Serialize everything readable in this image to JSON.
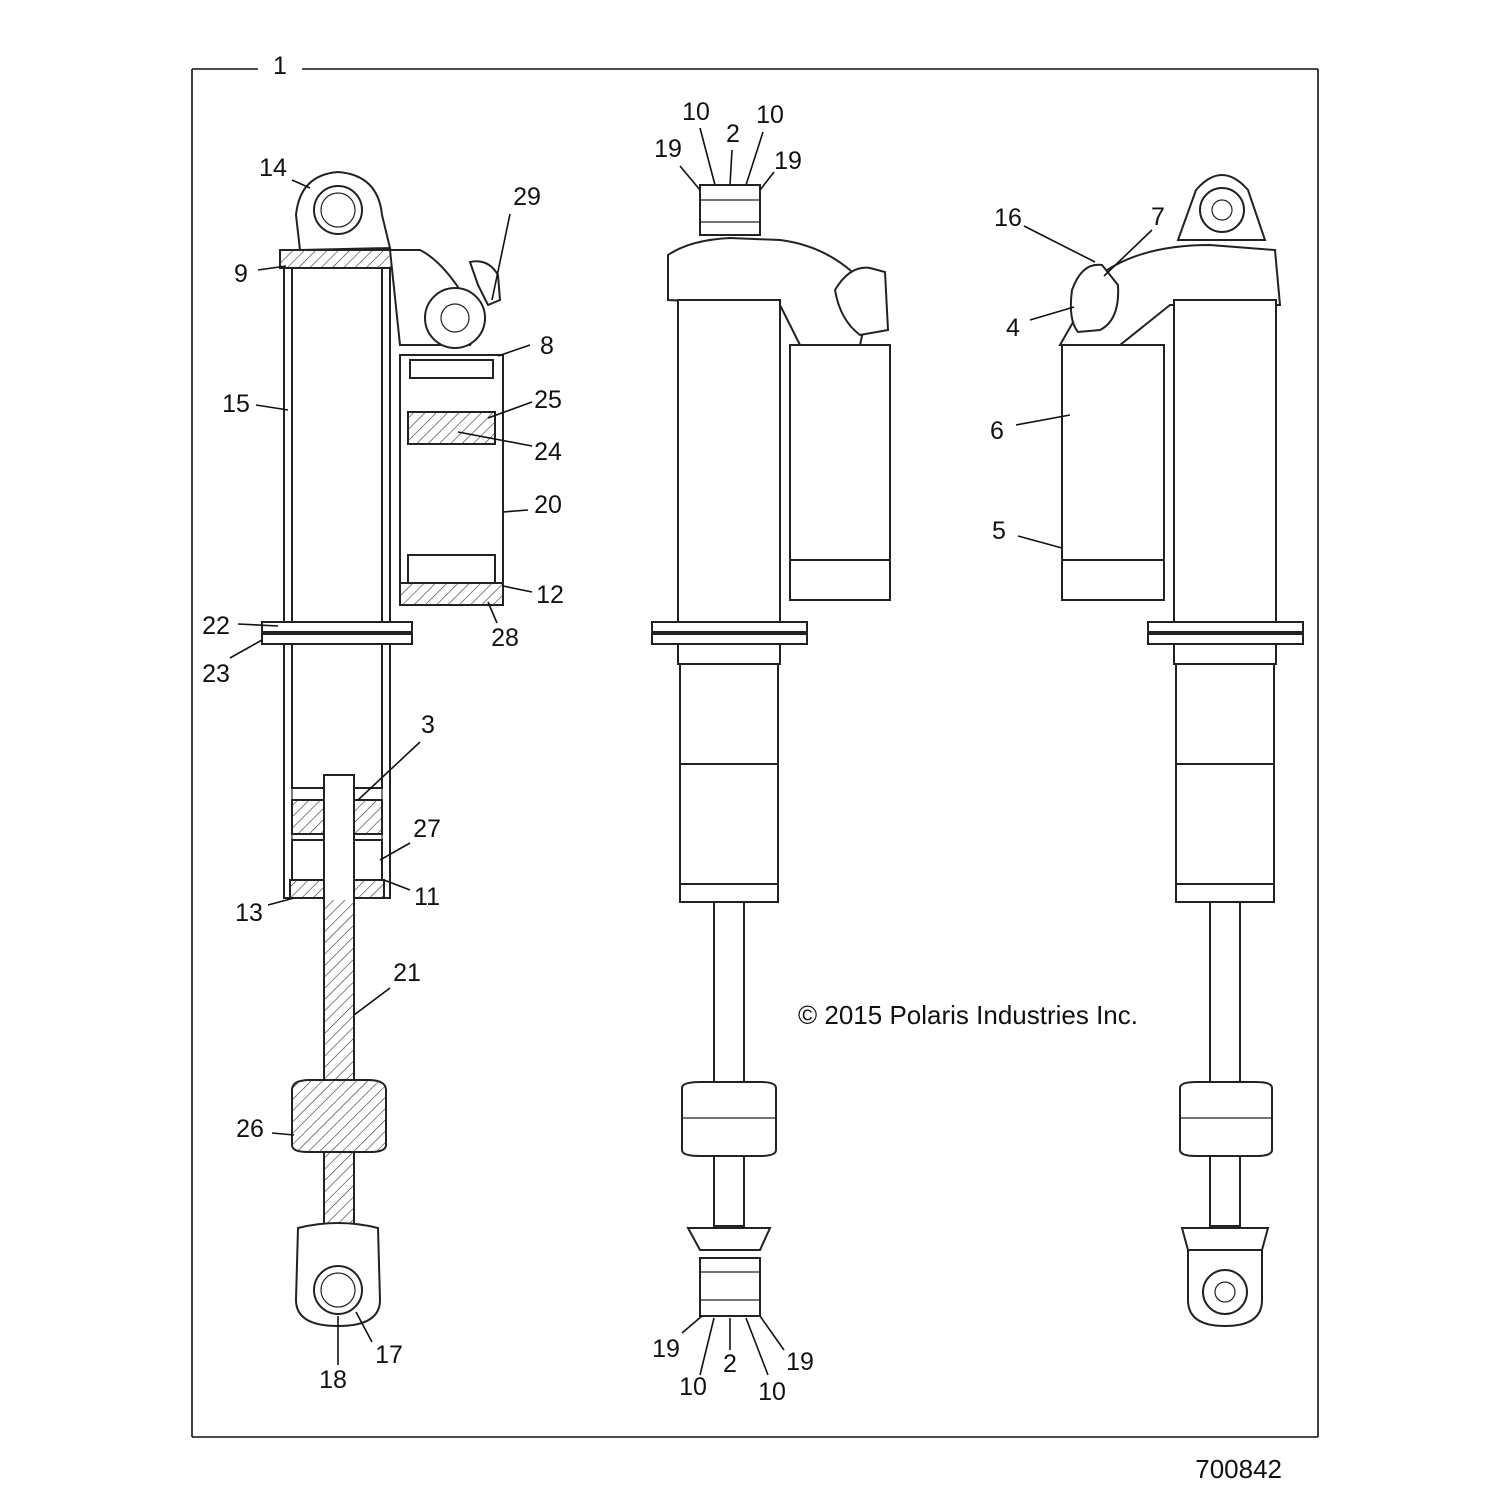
{
  "copyright": "© 2015 Polaris Industries Inc.",
  "document_number": "700842",
  "callouts": {
    "c1": "1",
    "c2a": "2",
    "c2b": "2",
    "c3": "3",
    "c4": "4",
    "c5": "5",
    "c6": "6",
    "c7": "7",
    "c8": "8",
    "c9": "9",
    "c10a": "10",
    "c10b": "10",
    "c10c": "10",
    "c10d": "10",
    "c11": "11",
    "c12": "12",
    "c13": "13",
    "c14": "14",
    "c15": "15",
    "c16": "16",
    "c17": "17",
    "c18": "18",
    "c19a": "19",
    "c19b": "19",
    "c19c": "19",
    "c19d": "19",
    "c20": "20",
    "c21": "21",
    "c22": "22",
    "c23": "23",
    "c24": "24",
    "c25": "25",
    "c26": "26",
    "c27": "27",
    "c28": "28",
    "c29": "29"
  }
}
